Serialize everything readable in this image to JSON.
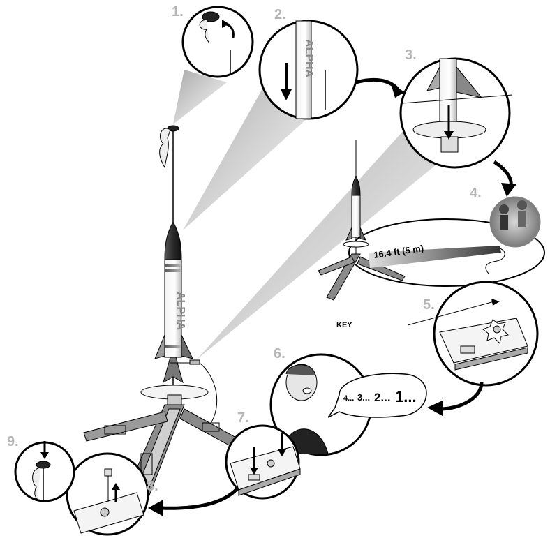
{
  "steps": [
    "1.",
    "2.",
    "3.",
    "4.",
    "5.",
    "6.",
    "7.",
    "8.",
    "9."
  ],
  "rocket_label": "ALPHA",
  "distance_label": "16.4 ft (5 m)",
  "key_label": "KEY",
  "countdown": [
    "4...",
    "3...",
    "2...",
    "1..."
  ],
  "colors": {
    "step_number": "#b5b5b5",
    "outline": "#000000",
    "beam": "#c8c8c8",
    "rocket_dark": "#3a3a3a"
  },
  "icons": [
    "wadding-icon",
    "rocket-icon",
    "launch-pad-icon",
    "launch-controller-icon",
    "safety-key-icon",
    "person-icon",
    "arrow-icon"
  ]
}
